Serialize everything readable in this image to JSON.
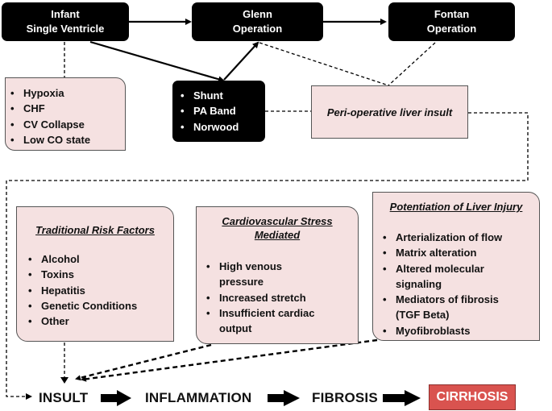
{
  "nodes": {
    "infant": {
      "line1": "Infant",
      "line2": "Single Ventricle"
    },
    "glenn": {
      "line1": "Glenn",
      "line2": "Operation"
    },
    "fontan": {
      "line1": "Fontan",
      "line2": "Operation"
    },
    "procedures": [
      "Shunt",
      "PA Band",
      "Norwood"
    ],
    "perioperative": "Peri-operative liver insult",
    "conditions": [
      "Hypoxia",
      "CHF",
      "CV Collapse",
      "Low CO state"
    ]
  },
  "panels": {
    "traditional": {
      "title": "Traditional Risk Factors",
      "items": [
        "Alcohol",
        "Toxins",
        "Hepatitis",
        "Genetic Conditions",
        "Other"
      ]
    },
    "cardio": {
      "title_line1": "Cardiovascular Stress",
      "title_line2": "Mediated",
      "items": [
        "High venous",
        "pressure",
        "Increased stretch",
        "Insufficient cardiac",
        "output"
      ]
    },
    "potentiation": {
      "title": "Potentiation of Liver Injury",
      "items": [
        "Arterialization of flow",
        "Matrix alteration",
        "Altered molecular",
        "signaling",
        "Mediators of fibrosis",
        "(TGF Beta)",
        "Myofibroblasts"
      ]
    }
  },
  "flow": {
    "insult": "INSULT",
    "inflammation": "INFLAMMATION",
    "fibrosis": "FIBROSIS",
    "cirrhosis": "CIRRHOSIS"
  }
}
